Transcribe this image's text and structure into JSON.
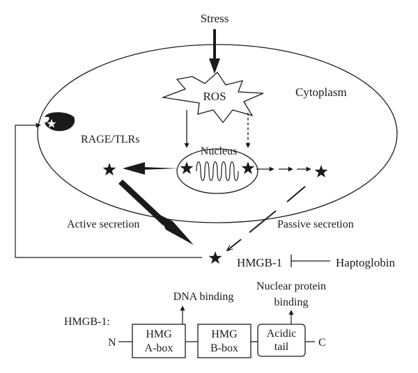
{
  "labels": {
    "stress": "Stress",
    "ros": "ROS",
    "cytoplasm": "Cytoplasm",
    "receptor": "RAGE/TLRs",
    "nucleus": "Nucleus",
    "active_secretion": "Active secretion",
    "passive_secretion": "Passive secretion",
    "hmgb1": "HMGB-1",
    "haptoglobin": "Haptoglobin"
  },
  "structure": {
    "title": "HMGB-1:",
    "n_terminus": "N",
    "c_terminus": "C",
    "dna_binding": "DNA binding",
    "nuclear_binding_line1": "Nuclear protein",
    "nuclear_binding_line2": "binding",
    "domains": [
      {
        "line1": "HMG",
        "line2": "A-box"
      },
      {
        "line1": "HMG",
        "line2": "B-box"
      },
      {
        "line1": "Acidic",
        "line2": "tail"
      }
    ]
  },
  "colors": {
    "ink": "#1a1a1a"
  }
}
